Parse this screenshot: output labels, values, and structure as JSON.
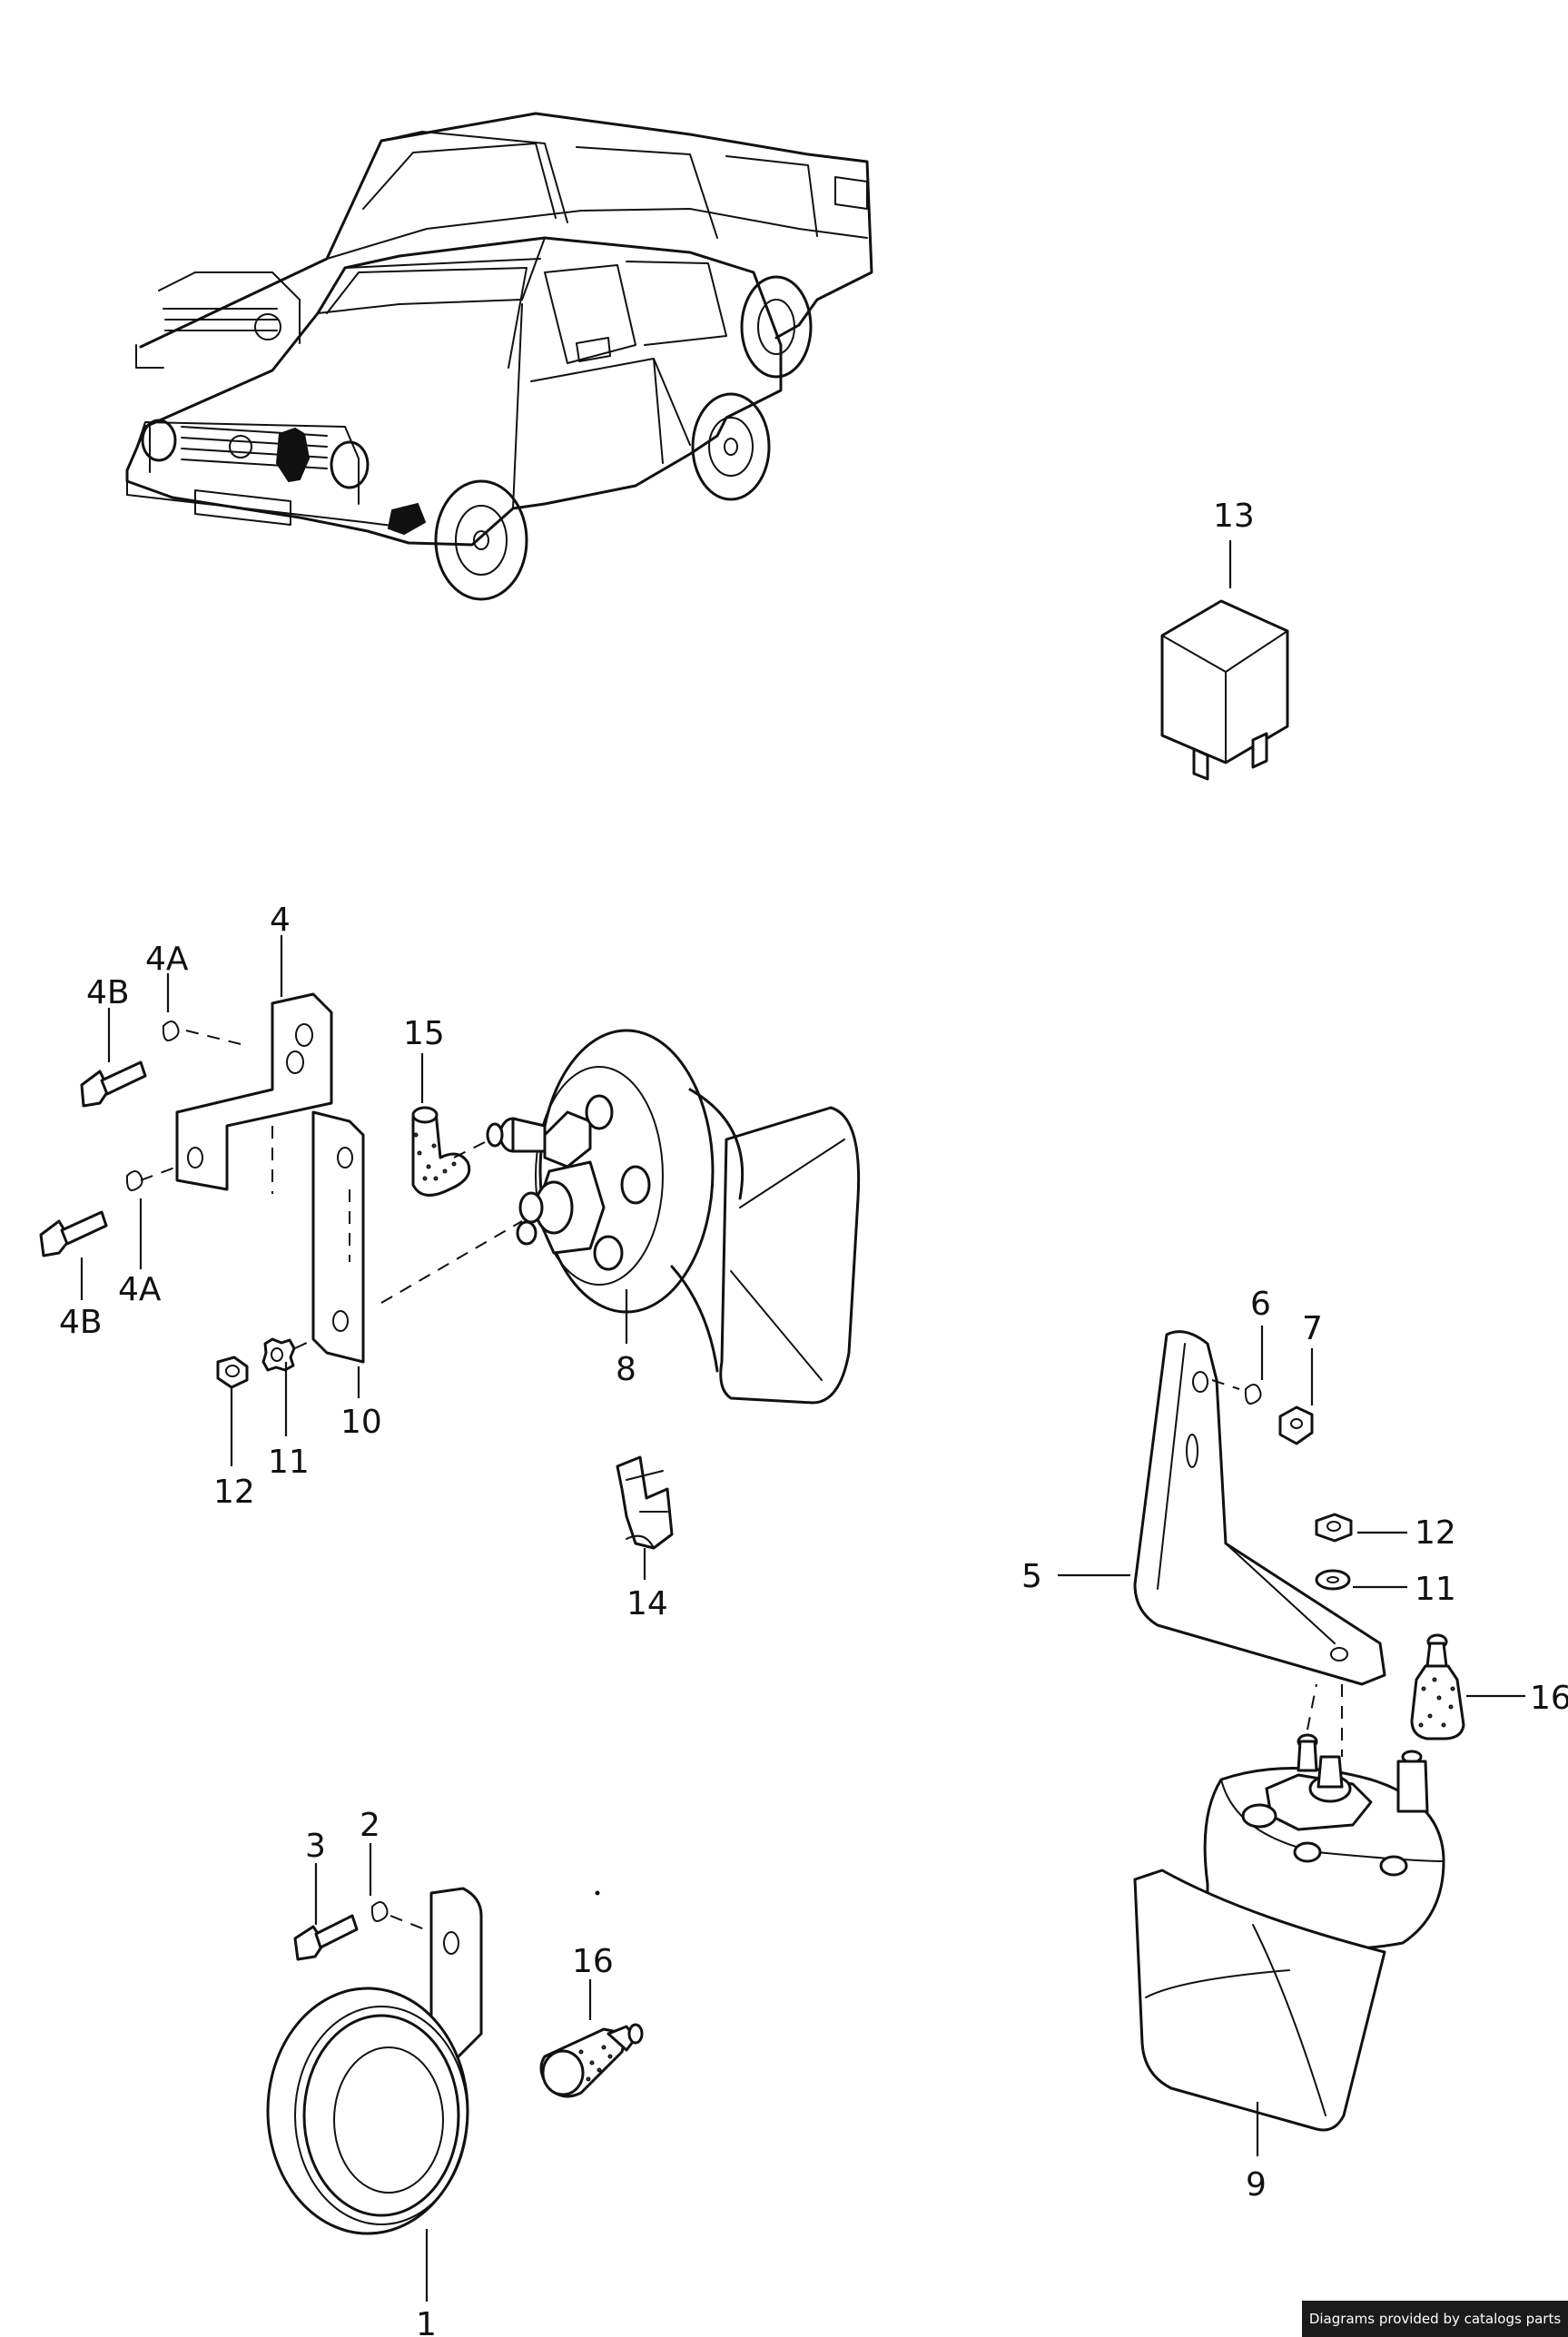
{
  "diagram": {
    "callouts": [
      {
        "id": "c1",
        "label": "1"
      },
      {
        "id": "c2",
        "label": "2"
      },
      {
        "id": "c3",
        "label": "3"
      },
      {
        "id": "c4",
        "label": "4"
      },
      {
        "id": "c4a_top",
        "label": "4A"
      },
      {
        "id": "c4a_bottom",
        "label": "4A"
      },
      {
        "id": "c4b_top",
        "label": "4B"
      },
      {
        "id": "c4b_bottom",
        "label": "4B"
      },
      {
        "id": "c5",
        "label": "5"
      },
      {
        "id": "c6",
        "label": "6"
      },
      {
        "id": "c7",
        "label": "7"
      },
      {
        "id": "c8",
        "label": "8"
      },
      {
        "id": "c9",
        "label": "9"
      },
      {
        "id": "c10",
        "label": "10"
      },
      {
        "id": "c11_left",
        "label": "11"
      },
      {
        "id": "c11_right",
        "label": "11"
      },
      {
        "id": "c12_left",
        "label": "12"
      },
      {
        "id": "c12_right",
        "label": "12"
      },
      {
        "id": "c13",
        "label": "13"
      },
      {
        "id": "c14",
        "label": "14"
      },
      {
        "id": "c15",
        "label": "15"
      },
      {
        "id": "c16_left",
        "label": "16"
      },
      {
        "id": "c16_right",
        "label": "16"
      }
    ]
  },
  "footer": {
    "credit": "Diagrams provided by catalogs parts"
  }
}
